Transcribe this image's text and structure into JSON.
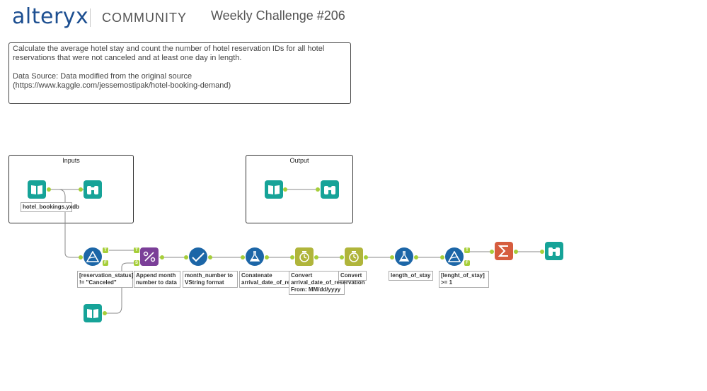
{
  "header": {
    "brand": "alteryx",
    "community": "COMMUNITY",
    "challenge_title": "Weekly Challenge #206"
  },
  "description": {
    "line1": "Calculate the average hotel stay and count the number of hotel reservation IDs for all hotel reservations that were not canceled and at least one day in length.",
    "line2": "Data Source: Data modified from the original source (https://www.kaggle.com/jessemostipak/hotel-booking-demand)"
  },
  "containers": {
    "inputs": "Inputs",
    "output": "Output"
  },
  "tools": {
    "input_label": "hotel_bookings.yxdb",
    "filter1_label": "[reservation_status] != \"Canceled\"",
    "append_label": "Append month number to data",
    "convert_label": "month_number to VString format",
    "concat_label": "Conatenate arrival_date_of_reservation",
    "datetime1_label": "Convert arrival_date_of_reservation From: MM/dd/yyyy",
    "datetime2_label": "Convert",
    "formula_label": "length_of_stay",
    "filter2_label": "[lenght_of_stay] >= 1"
  },
  "badges": {
    "true": "T",
    "false": "F",
    "target": "T",
    "source": "S"
  },
  "colors": {
    "input_teal": "#16a398",
    "browse_teal": "#16a398",
    "prep_blue": "#1c66a7",
    "join_purple": "#7b3f98",
    "parse_olive": "#b0b53b",
    "summarize_red": "#d65d3e",
    "anchor_green": "#a6ce39"
  },
  "icons": {
    "input": "book-icon",
    "browse": "binoculars-icon",
    "filter": "filter-triangle-icon",
    "append": "append-fields-icon",
    "select": "checkmark-icon",
    "formula": "flask-icon",
    "datetime": "clock-icon",
    "summarize": "sigma-icon"
  }
}
